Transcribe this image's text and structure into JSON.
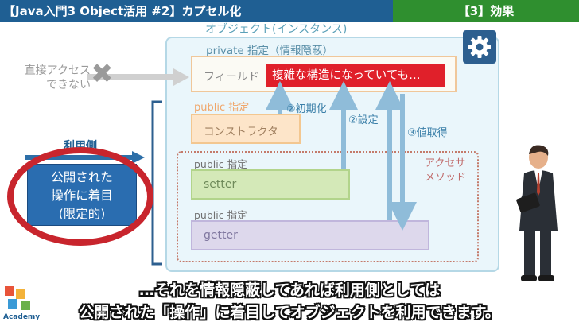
{
  "header": {
    "title": "【Java入門3 Object活用 #2】カプセル化",
    "section": "【3】効果"
  },
  "object_title": "オブジェクト(インスタンス)",
  "private_label": "private 指定（情報隠蔽）",
  "field_label": "フィールド",
  "field_note": "複雑な構造になっていても…",
  "public_label_1": "public 指定",
  "constructor_label": "コンストラクタ",
  "public_label_2": "public 指定",
  "setter_label": "setter",
  "public_label_3": "public 指定",
  "getter_label": "getter",
  "accessor_label_1": "アクセサ",
  "accessor_label_2": "メソッド",
  "arrow_init": "②初期化",
  "arrow_set": "②設定",
  "arrow_get": "③値取得",
  "no_access_1": "直接アクセス",
  "no_access_2": "できない",
  "user_side": "利用側",
  "focus_1": "公開された",
  "focus_2": "操作に着目",
  "focus_3": "(限定的)",
  "logo_text": "Academy",
  "caption_1": "…それを情報隠蔽してあれば利用側としては",
  "caption_2": "公開された「操作」に着目してオブジェクトを利用できます。"
}
